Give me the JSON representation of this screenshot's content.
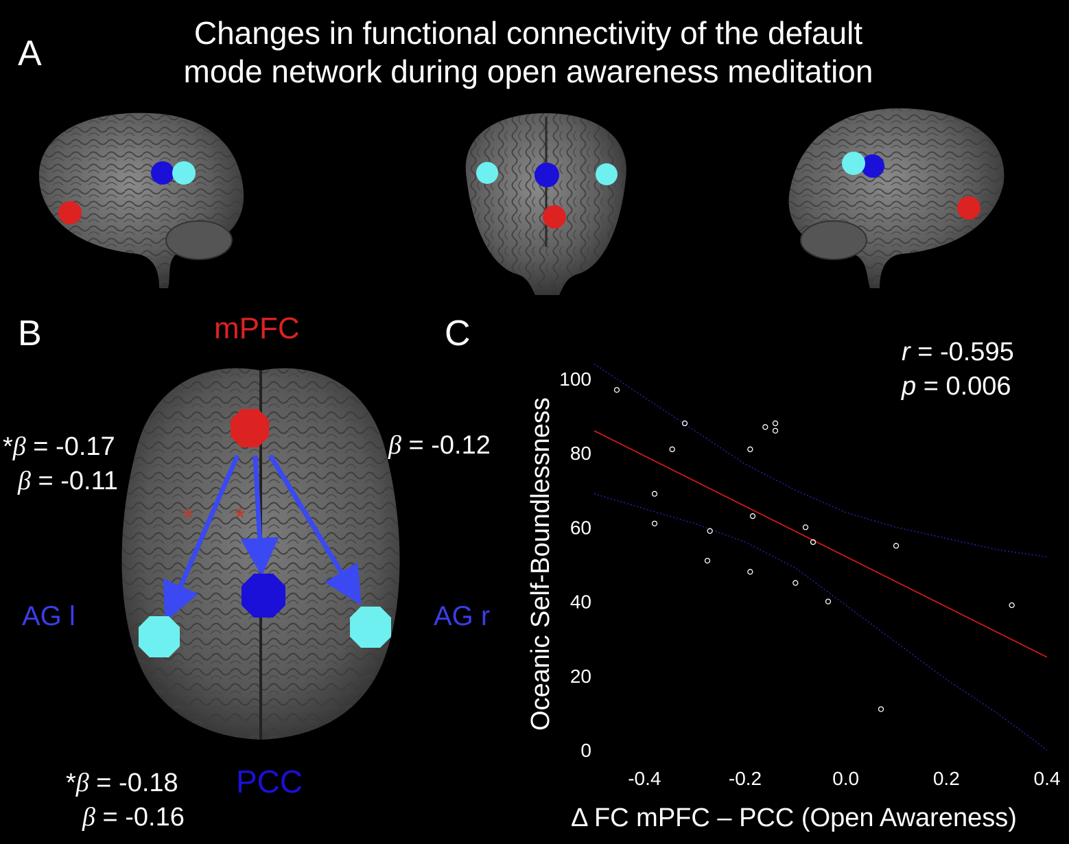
{
  "panels": {
    "a": "A",
    "b": "B",
    "c": "C"
  },
  "title": {
    "line1": "Changes in functional connectivity of the default",
    "line2": "mode network during open awareness meditation"
  },
  "roi": {
    "mpfc": "mPFC",
    "pcc": "PCC",
    "ag_l": "AG l",
    "ag_r": "AG r"
  },
  "colors": {
    "mpfc": "#dd2222",
    "pcc": "#1a10d8",
    "ag": "#6ff0f0",
    "arrow": "#3a49f2",
    "asterisk": "#c0392b",
    "regression": "#e0201c",
    "ci": "#2222aa",
    "label_blue": "#3a3ee8"
  },
  "betas": {
    "mpfc_agl_1": {
      "prefix": "*",
      "sym": "β",
      "val": " = -0.17"
    },
    "mpfc_agl_2": {
      "prefix": "",
      "sym": "β",
      "val": " = -0.11"
    },
    "mpfc_agr": {
      "prefix": "",
      "sym": "β",
      "val": " = -0.12"
    },
    "mpfc_pcc_1": {
      "prefix": "*",
      "sym": "β",
      "val": " = -0.18"
    },
    "mpfc_pcc_2": {
      "prefix": "",
      "sym": "β",
      "val": " = -0.16"
    }
  },
  "significance_marks": [
    "*",
    "*"
  ],
  "stats": {
    "r_sym": "r",
    "r_val": " = -0.595",
    "p_sym": "p",
    "p_val": " = 0.006"
  },
  "chart_data": {
    "type": "scatter",
    "xlabel": "Δ FC mPFC – PCC (Open Awareness)",
    "ylabel": "Oceanic Self-Boundlessness",
    "xlim": [
      -0.5,
      0.4
    ],
    "ylim": [
      0,
      100
    ],
    "x_ticks": [
      -0.4,
      -0.2,
      0.0,
      0.2,
      0.4
    ],
    "x_tick_labels": [
      "-0.4",
      "-0.2",
      "0.0",
      "0.2",
      "0.4"
    ],
    "y_ticks": [
      0,
      20,
      40,
      60,
      80,
      100
    ],
    "y_tick_labels": [
      "0",
      "20",
      "40",
      "60",
      "80",
      "100"
    ],
    "points": [
      {
        "x": -0.455,
        "y": 97
      },
      {
        "x": -0.32,
        "y": 88
      },
      {
        "x": -0.345,
        "y": 81
      },
      {
        "x": -0.38,
        "y": 69
      },
      {
        "x": -0.38,
        "y": 61
      },
      {
        "x": -0.27,
        "y": 59
      },
      {
        "x": -0.275,
        "y": 51
      },
      {
        "x": -0.19,
        "y": 81
      },
      {
        "x": -0.16,
        "y": 87
      },
      {
        "x": -0.14,
        "y": 88
      },
      {
        "x": -0.14,
        "y": 86
      },
      {
        "x": -0.185,
        "y": 63
      },
      {
        "x": -0.19,
        "y": 48
      },
      {
        "x": -0.08,
        "y": 60
      },
      {
        "x": -0.065,
        "y": 56
      },
      {
        "x": -0.1,
        "y": 45
      },
      {
        "x": -0.035,
        "y": 40
      },
      {
        "x": 0.1,
        "y": 55
      },
      {
        "x": 0.33,
        "y": 39
      },
      {
        "x": 0.07,
        "y": 11
      }
    ],
    "regression": {
      "x": [
        -0.5,
        0.4
      ],
      "y": [
        86,
        25
      ]
    },
    "ci_upper": {
      "x": [
        -0.5,
        -0.4,
        -0.3,
        -0.2,
        -0.1,
        0.0,
        0.1,
        0.2,
        0.3,
        0.4
      ],
      "y": [
        104,
        95,
        86,
        77,
        70,
        64,
        60,
        57,
        54,
        52
      ]
    },
    "ci_lower": {
      "x": [
        -0.5,
        -0.4,
        -0.3,
        -0.2,
        -0.1,
        0.0,
        0.1,
        0.2,
        0.3,
        0.4
      ],
      "y": [
        69,
        65,
        61,
        56,
        49,
        39,
        29,
        19,
        10,
        0
      ]
    }
  }
}
